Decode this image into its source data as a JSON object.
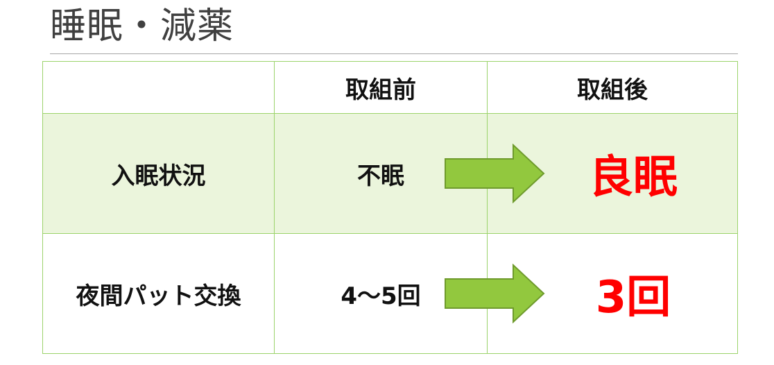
{
  "title": "睡眠・減薬",
  "table": {
    "header": {
      "corner": "",
      "before": "取組前",
      "after": "取組後"
    },
    "rows": [
      {
        "label": "入眠状況",
        "before": "不眠",
        "after": "良眠"
      },
      {
        "label": "夜間パット交換",
        "before": "4〜5回",
        "after": "3回"
      }
    ]
  },
  "colors": {
    "title": "#404040",
    "grid_border": "#9bd36a",
    "row_highlight": "#ebf5dc",
    "arrow_fill": "#92c83e",
    "arrow_stroke": "#6e9a2c",
    "after_text": "#ff0000"
  },
  "icons": {
    "transition": "arrow-right-icon"
  }
}
